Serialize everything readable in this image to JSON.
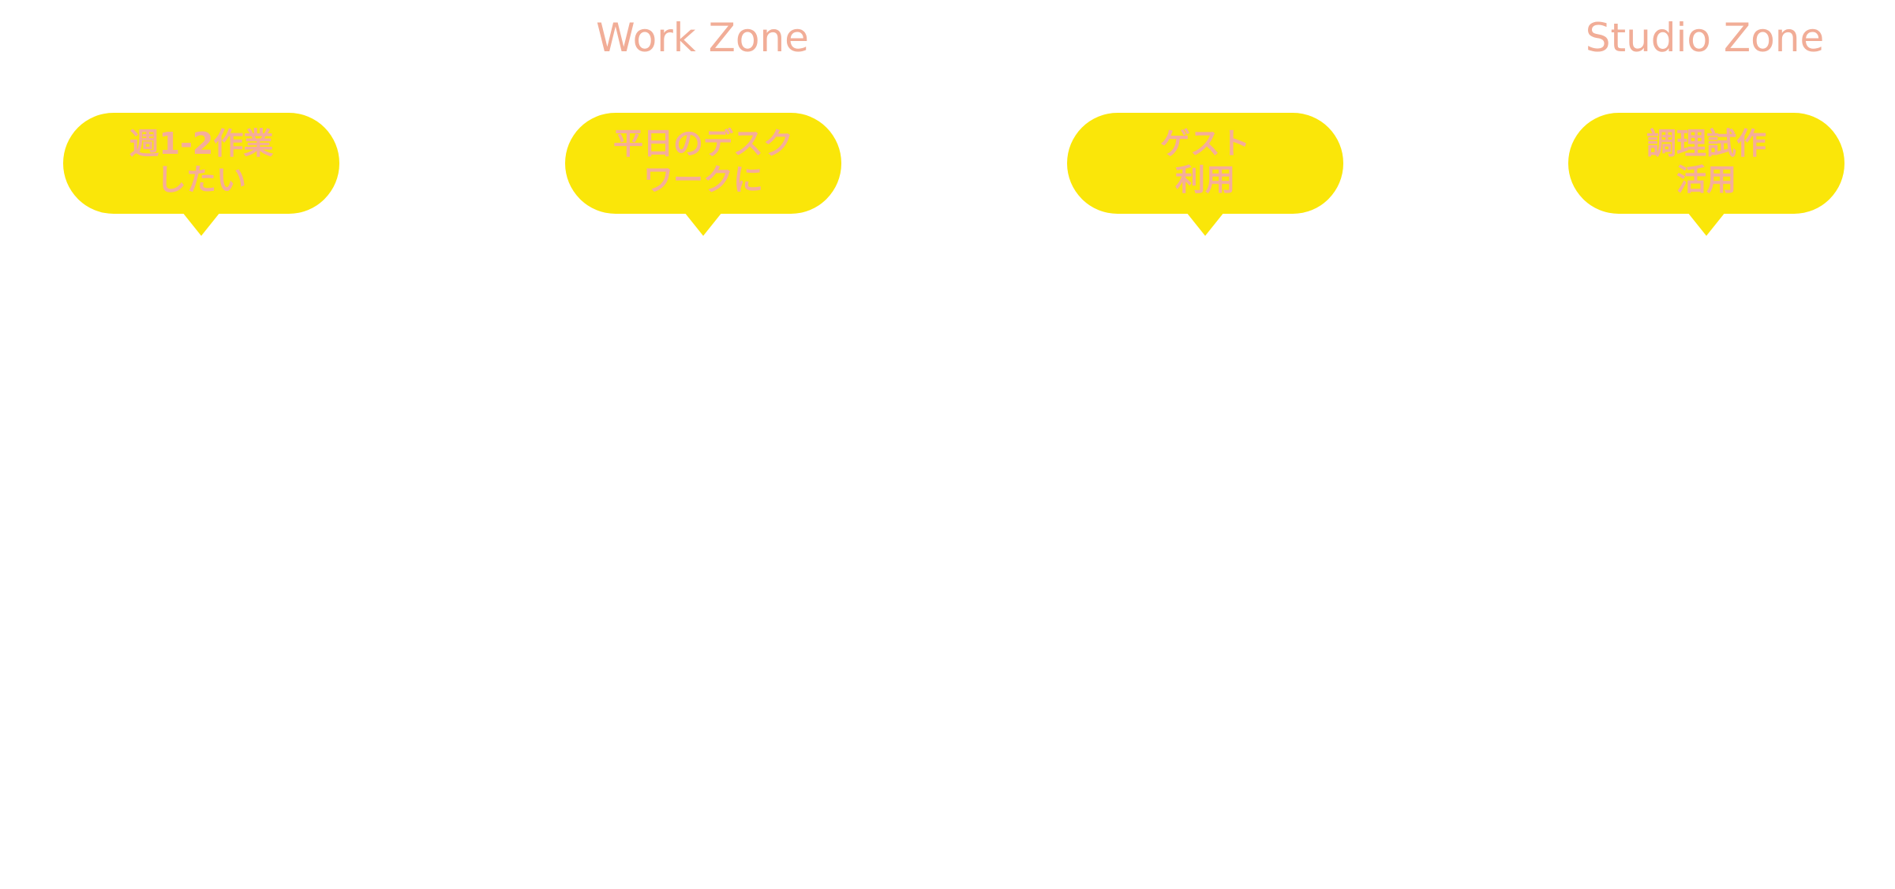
{
  "colors": {
    "title": "#f1ad97",
    "bubble_fill": "#fae609",
    "bubble_text": "#f5ad9a",
    "background": "#ffffff"
  },
  "zones": [
    {
      "title": "Work Zone"
    },
    {
      "title": "Studio Zone"
    }
  ],
  "bubbles": [
    {
      "line1": "週1-2作業",
      "line2": "したい"
    },
    {
      "line1": "平日のデスク",
      "line2": "ワークに"
    },
    {
      "line1": "ゲスト",
      "line2": "利用"
    },
    {
      "line1": "調理試作",
      "line2": "活用"
    }
  ]
}
